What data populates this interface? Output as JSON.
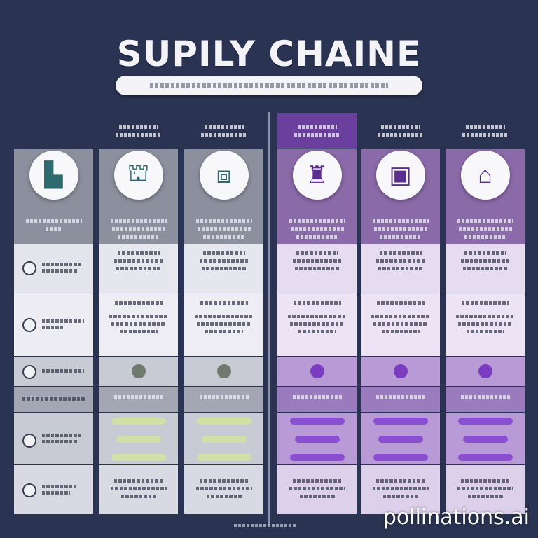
{
  "title": "SUPILY CHAINE",
  "watermark": "pollinations.ai",
  "colors": {
    "background": "#2a3452",
    "gray_column": "#8c909e",
    "purple_column": "#6b3f9e",
    "green_accent": "#cfe0a8",
    "purple_accent": "#8a4fd0"
  },
  "columns": [
    {
      "id": "col-1",
      "theme": "gray",
      "icon": "factory-icon",
      "glyph": "▙"
    },
    {
      "id": "col-2",
      "theme": "gray",
      "icon": "warehouse-icon",
      "glyph": "⛫"
    },
    {
      "id": "col-3",
      "theme": "gray",
      "icon": "box-icon",
      "glyph": "⧈"
    },
    {
      "id": "col-4",
      "theme": "purple",
      "icon": "crane-icon",
      "glyph": "♜"
    },
    {
      "id": "col-5",
      "theme": "purple",
      "icon": "store-icon",
      "glyph": "▣"
    },
    {
      "id": "col-6",
      "theme": "purple",
      "icon": "map-icon",
      "glyph": "⌂"
    }
  ],
  "row_icons": [
    "clock-icon",
    "currency-icon",
    "check-icon",
    "tag-icon",
    "target-icon",
    "gauge-icon"
  ]
}
